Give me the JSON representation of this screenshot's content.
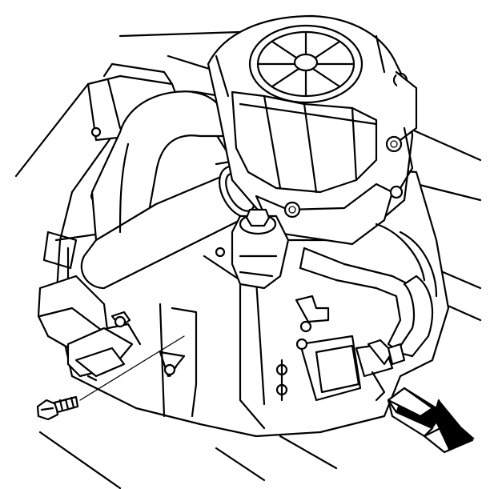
{
  "diagram": {
    "line_color": "#000000",
    "background_color": "#ffffff",
    "components": [
      {
        "name": "air-pump-assembly",
        "icon": "air-pump"
      },
      {
        "name": "intake-hose",
        "icon": "hose"
      },
      {
        "name": "outlet-hose",
        "icon": "hose"
      },
      {
        "name": "mounting-bracket",
        "icon": "bracket"
      },
      {
        "name": "retaining-bolt",
        "icon": "bolt"
      },
      {
        "name": "electrical-connector",
        "icon": "connector"
      },
      {
        "name": "direction-arrow",
        "icon": "arrow"
      }
    ]
  }
}
